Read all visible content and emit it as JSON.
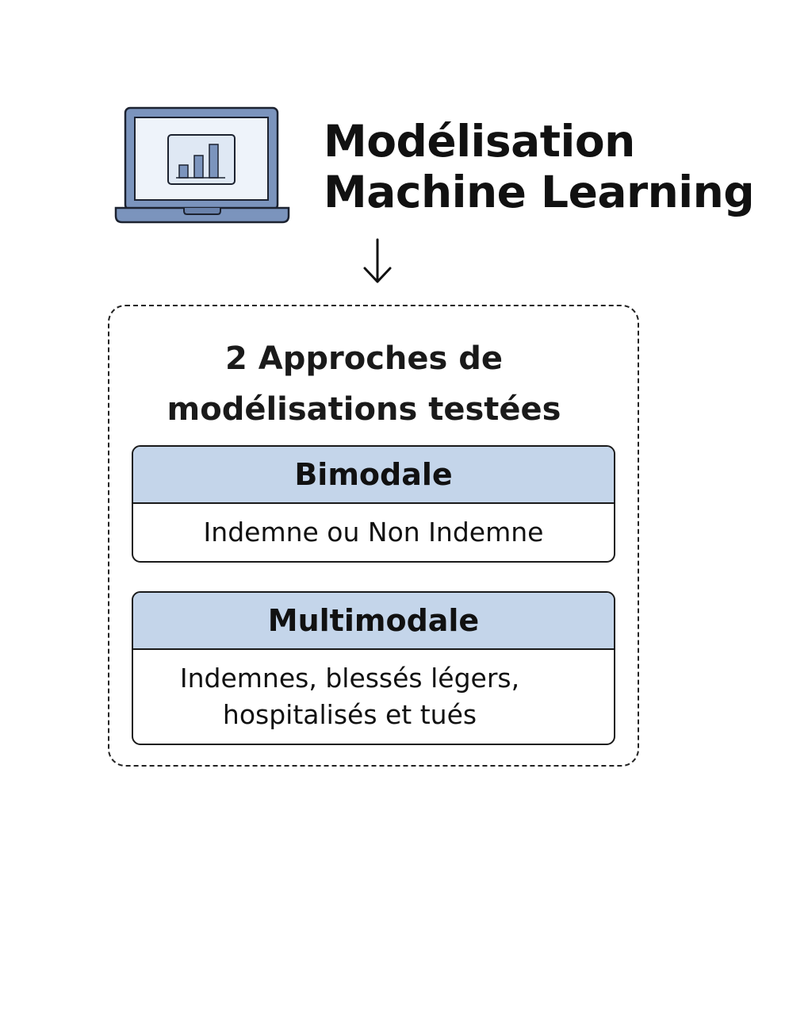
{
  "header": {
    "title_line1": "Modélisation",
    "title_line2": "Machine Learning",
    "icon": "laptop-bar-chart-icon",
    "arrow_icon": "arrow-down-icon"
  },
  "approaches": {
    "title_line1": "2 Approches de",
    "title_line2": "modélisations testées",
    "cards": [
      {
        "title": "Bimodale",
        "lines": [
          "Indemne ou Non Indemne"
        ]
      },
      {
        "title": "Multimodale",
        "lines": [
          "Indemnes, blessés légers,",
          "hospitalisés et tués"
        ]
      }
    ]
  },
  "colors": {
    "card_header": "#c4d5ea",
    "laptop_body": "#7b94bd",
    "laptop_screen": "#eef3fa",
    "bars": "#7b94bd"
  }
}
